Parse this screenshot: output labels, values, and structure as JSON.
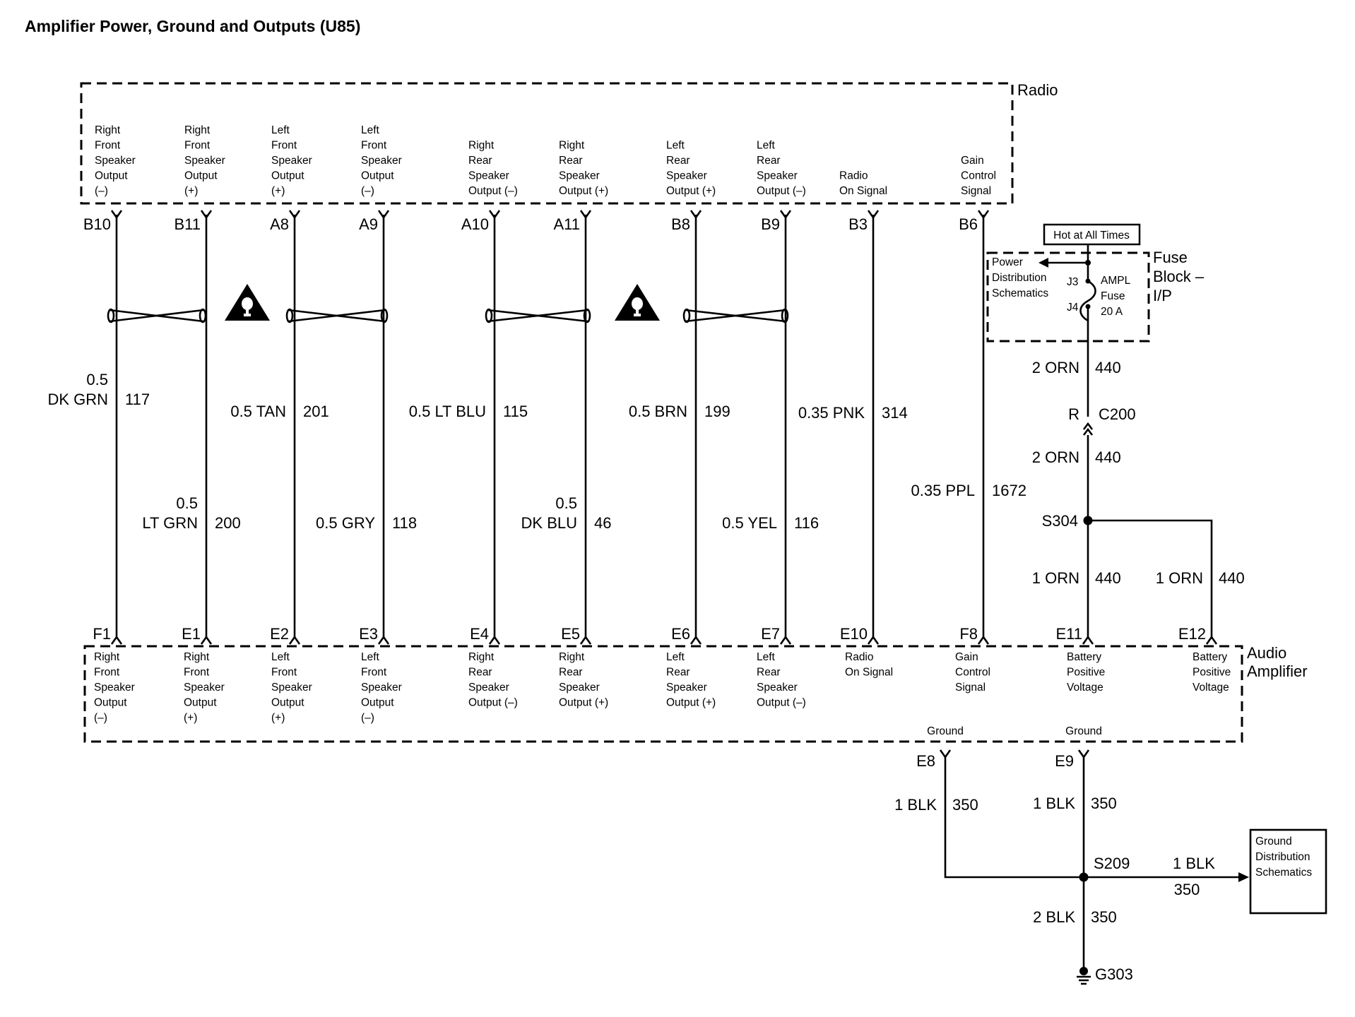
{
  "title": "Amplifier Power, Ground and Outputs (U85)",
  "radio": {
    "name": "Radio",
    "pins": [
      {
        "id": "B10",
        "lines": [
          "Right",
          "Front",
          "Speaker",
          "Output",
          "(–)"
        ]
      },
      {
        "id": "B11",
        "lines": [
          "Right",
          "Front",
          "Speaker",
          "Output",
          "(+)"
        ]
      },
      {
        "id": "A8",
        "lines": [
          "Left",
          "Front",
          "Speaker",
          "Output",
          "(+)"
        ]
      },
      {
        "id": "A9",
        "lines": [
          "Left",
          "Front",
          "Speaker",
          "Output",
          "(–)"
        ]
      },
      {
        "id": "A10",
        "lines": [
          "Right",
          "Rear",
          "Speaker",
          "Output (–)"
        ]
      },
      {
        "id": "A11",
        "lines": [
          "Right",
          "Rear",
          "Speaker",
          "Output (+)"
        ]
      },
      {
        "id": "B8",
        "lines": [
          "Left",
          "Rear",
          "Speaker",
          "Output (+)"
        ]
      },
      {
        "id": "B9",
        "lines": [
          "Left",
          "Rear",
          "Speaker",
          "Output (–)"
        ]
      },
      {
        "id": "B3",
        "lines": [
          "Radio",
          "On Signal"
        ]
      },
      {
        "id": "B6",
        "lines": [
          "Gain",
          "Control",
          "Signal"
        ]
      }
    ]
  },
  "amplifier": {
    "name_lines": [
      "Audio",
      "Amplifier"
    ],
    "pins": [
      {
        "id": "F1",
        "lines": [
          "Right",
          "Front",
          "Speaker",
          "Output",
          "(–)"
        ]
      },
      {
        "id": "E1",
        "lines": [
          "Right",
          "Front",
          "Speaker",
          "Output",
          "(+)"
        ]
      },
      {
        "id": "E2",
        "lines": [
          "Left",
          "Front",
          "Speaker",
          "Output",
          "(+)"
        ]
      },
      {
        "id": "E3",
        "lines": [
          "Left",
          "Front",
          "Speaker",
          "Output",
          "(–)"
        ]
      },
      {
        "id": "E4",
        "lines": [
          "Right",
          "Rear",
          "Speaker",
          "Output (–)"
        ]
      },
      {
        "id": "E5",
        "lines": [
          "Right",
          "Rear",
          "Speaker",
          "Output (+)"
        ]
      },
      {
        "id": "E6",
        "lines": [
          "Left",
          "Rear",
          "Speaker",
          "Output (+)"
        ]
      },
      {
        "id": "E7",
        "lines": [
          "Left",
          "Rear",
          "Speaker",
          "Output (–)"
        ]
      },
      {
        "id": "E10",
        "lines": [
          "Radio",
          "On Signal"
        ]
      },
      {
        "id": "F8",
        "lines": [
          "Gain",
          "Control",
          "Signal"
        ]
      },
      {
        "id": "E11",
        "lines": [
          "Battery",
          "Positive",
          "Voltage"
        ]
      },
      {
        "id": "E12",
        "lines": [
          "Battery",
          "Positive",
          "Voltage"
        ]
      }
    ],
    "ground_pins": [
      {
        "id": "E8",
        "label": "Ground"
      },
      {
        "id": "E9",
        "label": "Ground"
      }
    ]
  },
  "wires": [
    {
      "size_lines": [
        "0.5",
        "DK GRN"
      ],
      "circuit": "117"
    },
    {
      "size_lines": [
        "0.5",
        "LT GRN"
      ],
      "circuit": "200"
    },
    {
      "size_lines": [
        "0.5 TAN"
      ],
      "circuit": "201"
    },
    {
      "size_lines": [
        "0.5 GRY"
      ],
      "circuit": "118"
    },
    {
      "size_lines": [
        "0.5 LT BLU"
      ],
      "circuit": "115"
    },
    {
      "size_lines": [
        "0.5",
        "DK BLU"
      ],
      "circuit": "46"
    },
    {
      "size_lines": [
        "0.5 BRN"
      ],
      "circuit": "199"
    },
    {
      "size_lines": [
        "0.5 YEL"
      ],
      "circuit": "116"
    },
    {
      "size_lines": [
        "0.35 PNK"
      ],
      "circuit": "314"
    },
    {
      "size_lines": [
        "0.35 PPL"
      ],
      "circuit": "1672"
    }
  ],
  "fuse_block": {
    "hot_label": "Hot at All Times",
    "name_lines": [
      "Fuse",
      "Block –",
      "I/P"
    ],
    "power_ref_lines": [
      "Power",
      "Distribution",
      "Schematics"
    ],
    "fuse_lines": [
      "AMPL",
      "Fuse",
      "20 A"
    ],
    "pin_top": "J3",
    "pin_bottom": "J4"
  },
  "power_wires": {
    "w1": {
      "size": "2 ORN",
      "circuit": "440"
    },
    "connector_pin": "R",
    "connector": "C200",
    "w2": {
      "size": "2 ORN",
      "circuit": "440"
    },
    "splice": "S304",
    "w3": {
      "size": "1 ORN",
      "circuit": "440"
    },
    "w4": {
      "size": "1 ORN",
      "circuit": "440"
    }
  },
  "ground": {
    "w_e8": {
      "size": "1 BLK",
      "circuit": "350"
    },
    "w_e9": {
      "size": "1 BLK",
      "circuit": "350"
    },
    "splice": "S209",
    "w_ref": {
      "size": "1 BLK",
      "circuit": "350"
    },
    "ref_lines": [
      "Ground",
      "Distribution",
      "Schematics"
    ],
    "w_g": {
      "size": "2 BLK",
      "circuit": "350"
    },
    "ground_point": "G303"
  }
}
